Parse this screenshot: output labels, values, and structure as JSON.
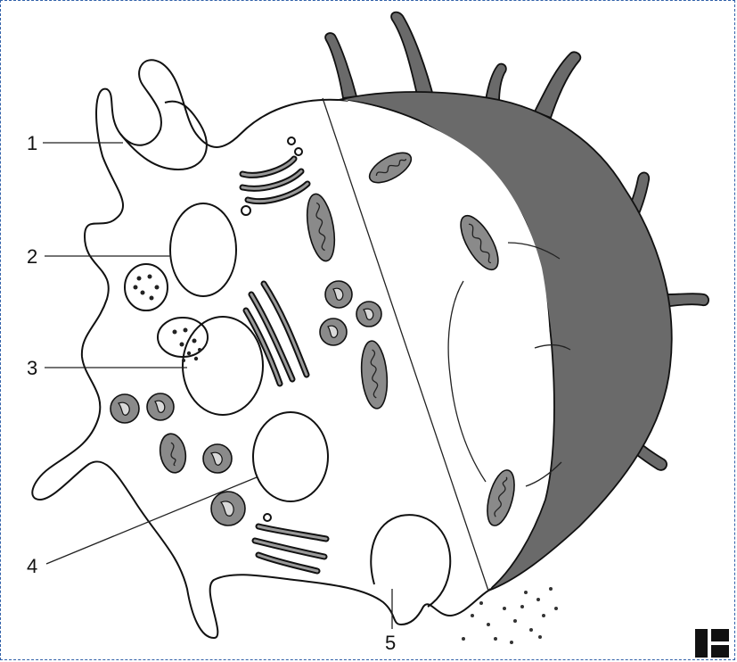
{
  "labels": {
    "l1": "1",
    "l2": "2",
    "l3": "3",
    "l4": "4",
    "l5": "5"
  },
  "colors": {
    "frame": "#2f5fa8",
    "shading": "#6a6a6a",
    "organelle": "#8a8a8a"
  },
  "icons": {
    "logo": "publisher-logo-icon"
  }
}
